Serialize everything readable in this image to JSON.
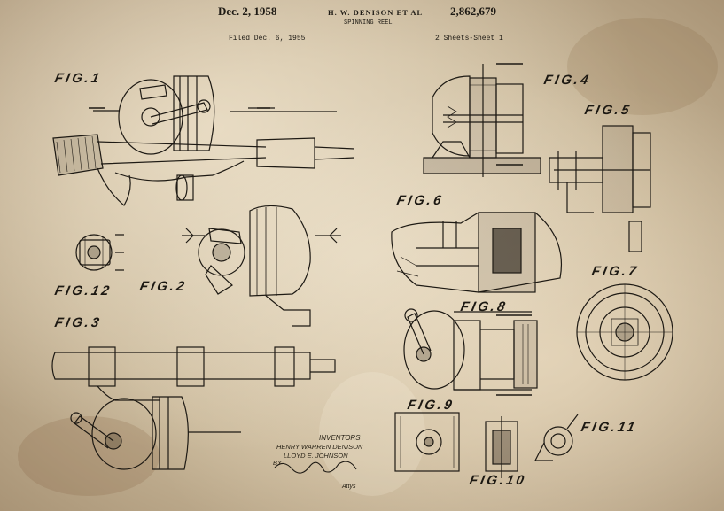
{
  "header": {
    "date": "Dec. 2, 1958",
    "inventor_line": "H. W. DENISON ET AL",
    "patent_number": "2,862,679",
    "title": "SPINNING REEL",
    "filed": "Filed Dec. 6, 1955",
    "sheets": "2 Sheets-Sheet 1"
  },
  "figures": [
    "FIG.1",
    "FIG.2",
    "FIG.3",
    "FIG.4",
    "FIG.5",
    "FIG.6",
    "FIG.7",
    "FIG.8",
    "FIG.9",
    "FIG.10",
    "FIG.11",
    "FIG.12"
  ],
  "signature": {
    "heading": "INVENTORS",
    "name1": "HENRY WARREN DENISON",
    "name2": "LLOYD E. JOHNSON",
    "by": "BY",
    "attorney": "Attys"
  },
  "colors": {
    "paper": "#c9b89a",
    "ink": "#1c1812"
  }
}
